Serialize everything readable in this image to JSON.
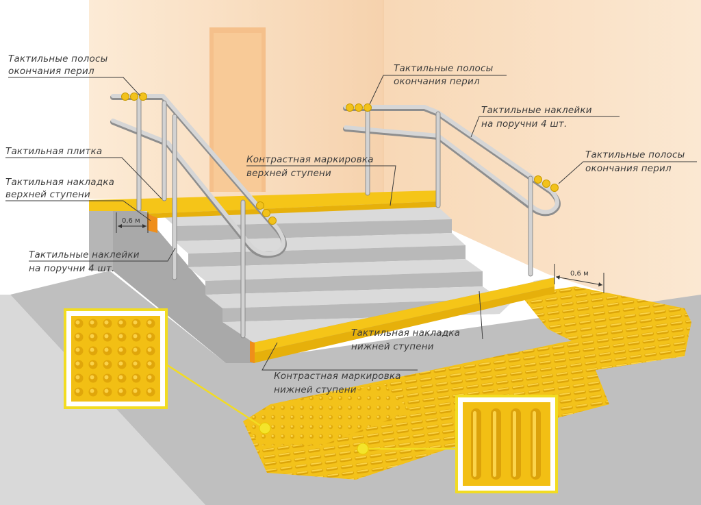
{
  "labels": {
    "rail_end_left_1": "Тактильные полосы",
    "rail_end_left_2": "окончания перил",
    "tactile_tile": "Тактильная плитка",
    "top_step_pad_1": "Тактильная накладка",
    "top_step_pad_2": "верхней ступени",
    "rail_stickers_left_1": "Тактильные наклейки",
    "rail_stickers_left_2": "на поручни 4 шт.",
    "rail_end_mid_1": "Тактильные полосы",
    "rail_end_mid_2": "окончания перил",
    "rail_stickers_right_1": "Тактильные наклейки",
    "rail_stickers_right_2": "на поручни 4 шт.",
    "rail_end_right_1": "Тактильные полосы",
    "rail_end_right_2": "окончания перил",
    "top_contrast_1": "Контрастная маркировка",
    "top_contrast_2": "верхней ступени",
    "bottom_step_pad_1": "Тактильная накладка",
    "bottom_step_pad_2": "нижней ступени",
    "bottom_contrast_1": "Контрастная маркировка",
    "bottom_contrast_2": "нижней ступени"
  },
  "dimensions": {
    "left_offset": "0,6 м",
    "right_offset": "0,6 м"
  },
  "colors": {
    "tactile_yellow": "#f5c518",
    "wall": "#fbe3c6",
    "door": "#f7c48a",
    "concrete": "#c4c4c4"
  }
}
